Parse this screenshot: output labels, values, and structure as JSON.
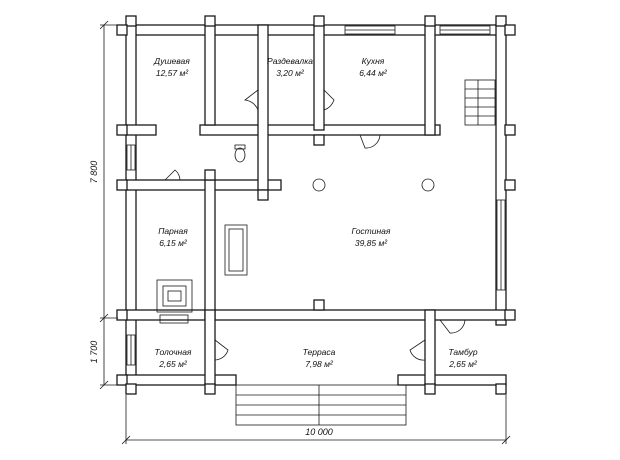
{
  "rooms": {
    "dushevaya": {
      "name": "Душевая",
      "area": "12,57 м²"
    },
    "razdevalka": {
      "name": "Раздевалка",
      "area": "3,20 м²"
    },
    "kukhnya": {
      "name": "Кухня",
      "area": "6,44 м²"
    },
    "parnaya": {
      "name": "Парная",
      "area": "6,15 м²"
    },
    "gostinaya": {
      "name": "Гостиная",
      "area": "39,85 м²"
    },
    "tolochnaya": {
      "name": "Толочная",
      "area": "2,65 м²"
    },
    "terrasa": {
      "name": "Терраса",
      "area": "7,98 м²"
    },
    "tambur": {
      "name": "Тамбур",
      "area": "2,65 м²"
    }
  },
  "dimensions": {
    "width": "10 000",
    "height_main": "7 800",
    "height_terrace": "1 700"
  }
}
